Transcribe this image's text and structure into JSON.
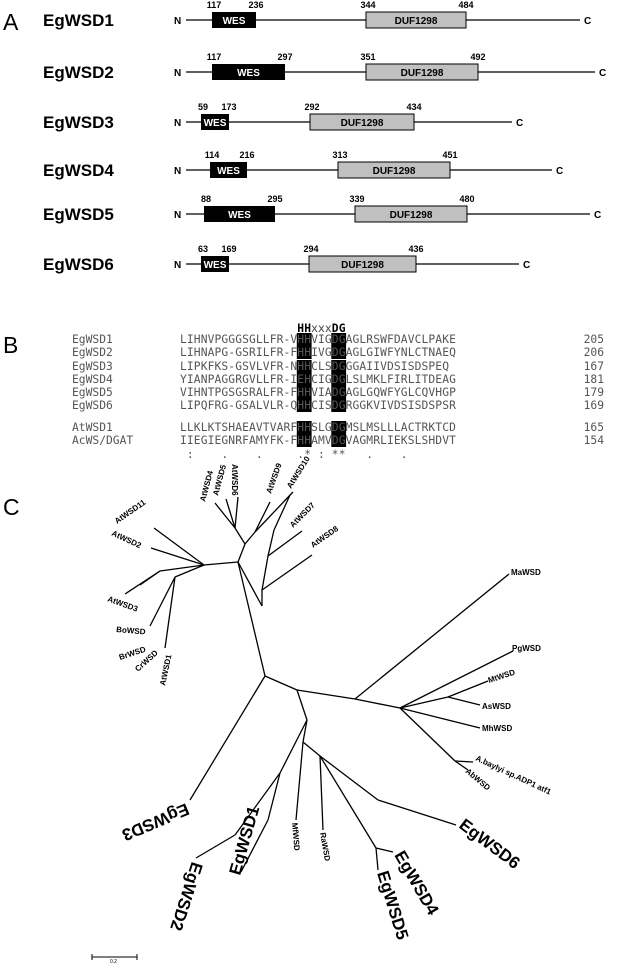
{
  "panel_letters": {
    "a": "A",
    "b": "B",
    "c": "C"
  },
  "panel_a": {
    "n_label": "N",
    "c_label": "C",
    "wes_label": "WES",
    "duf_label": "DUF1298",
    "proteins": [
      {
        "name": "EgWSD1",
        "wes": [
          "117",
          "236"
        ],
        "duf": [
          "344",
          "484"
        ]
      },
      {
        "name": "EgWSD2",
        "wes": [
          "117",
          "297"
        ],
        "duf": [
          "351",
          "492"
        ]
      },
      {
        "name": "EgWSD3",
        "wes": [
          "59",
          "173"
        ],
        "duf": [
          "292",
          "434"
        ]
      },
      {
        "name": "EgWSD4",
        "wes": [
          "114",
          "216"
        ],
        "duf": [
          "313",
          "451"
        ]
      },
      {
        "name": "EgWSD5",
        "wes": [
          "88",
          "295"
        ],
        "duf": [
          "339",
          "480"
        ]
      },
      {
        "name": "EgWSD6",
        "wes": [
          "63",
          "169"
        ],
        "duf": [
          "294",
          "436"
        ]
      }
    ]
  },
  "panel_b": {
    "motif": "HHxxxDG",
    "rows": [
      {
        "name": "EgWSD1",
        "seq": "LIHNVPGGGSGLLFR-VHHVIGDGAGLRSWFDAVCLPAKE",
        "num": "205"
      },
      {
        "name": "EgWSD2",
        "seq": "LIHNAPG-GSRILFR-FHHIVGDGAGLGIWFYNLCTNAEQ",
        "num": "206"
      },
      {
        "name": "EgWSD3",
        "seq": "LIPKFKS-GSVLVFR-NHHCLSDGGGAIIVDSISDSPEQ",
        "num": "167"
      },
      {
        "name": "EgWSD4",
        "seq": "YIANPAGGRGVLLFR-IEHCIGDGLSLMKLFIRLITDEAG",
        "num": "181"
      },
      {
        "name": "EgWSD5",
        "seq": "VIHNTPGSGSRALFR-FHHVIADGAGLGQWFYGLCQVHGP",
        "num": "179"
      },
      {
        "name": "EgWSD6",
        "seq": "LIPQFRG-GSALVLR-QHHCISDGRGGKVIVDSISDSPSR",
        "num": "169"
      },
      {
        "name": "AtWSD1",
        "seq": "LLKLKTSHAEAVTVARFHHSLGDGMSLMSLLLACTRKTCD",
        "num": "165"
      },
      {
        "name": "AcWS/DGAT",
        "seq": "IIEGIEGNRFAMYFK-FHHAMVDGVAGMRLIEKSLSHDVT",
        "num": "154"
      }
    ],
    "conservation": [
      {
        "col": 1,
        "sym": ":"
      },
      {
        "col": 6,
        "sym": "."
      },
      {
        "col": 11,
        "sym": "."
      },
      {
        "col": 17,
        "sym": "."
      },
      {
        "col": 18,
        "sym": "*"
      },
      {
        "col": 20,
        "sym": ":"
      },
      {
        "col": 22,
        "sym": "*"
      },
      {
        "col": 23,
        "sym": "*"
      },
      {
        "col": 27,
        "sym": "."
      },
      {
        "col": 32,
        "sym": "."
      }
    ]
  },
  "panel_c": {
    "taxa": [
      "AtWSD4",
      "AtWSD5",
      "AtWSD6",
      "AtWSD9",
      "AtWSD10",
      "AtWSD7",
      "AtWSD8",
      "AtWSD11",
      "AtWSD2",
      "AtWSD3",
      "BoWSD",
      "BrWSD",
      "CrWSD",
      "AtWSD1",
      "MaWSD",
      "PgWSD",
      "MtWSD",
      "AsWSD",
      "MhWSD",
      "A.baylyi sp.ADP1 atf1",
      "AbWSD",
      "MfWSD",
      "RaWSD",
      "EgWSD3",
      "EgWSD2",
      "EgWSD1",
      "EgWSD5",
      "EgWSD4",
      "EgWSD6"
    ],
    "scale_label": "0.2"
  }
}
